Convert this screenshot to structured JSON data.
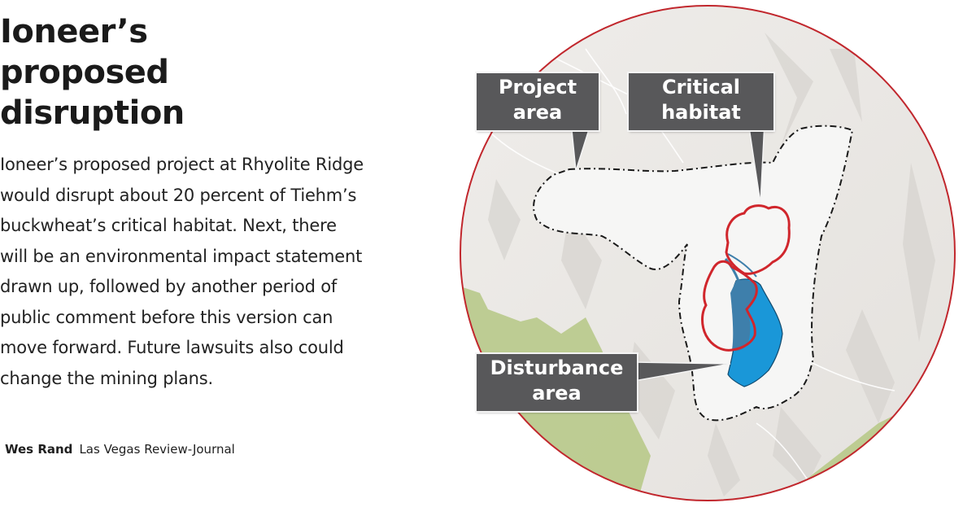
{
  "title_lines": [
    "Ioneer’s",
    "proposed",
    "disruption"
  ],
  "body_lines": [
    "Ioneer’s proposed project at Rhyolite Ridge",
    "would disrupt about 20 percent of Tiehm’s",
    "buckwheat’s critical habitat. Next, there",
    "will be an environmental impact statement",
    "drawn up, followed by another period of",
    "public comment before this version can",
    "move forward. Future lawsuits also could",
    "change the mining plans."
  ],
  "credit": {
    "name": "Wes Rand",
    "org": "Las Vegas Review-Journal"
  },
  "map": {
    "callouts": {
      "project_area": {
        "line1": "Project",
        "line2": "area"
      },
      "critical_habitat": {
        "line1": "Critical",
        "line2": "habitat"
      },
      "disturbance_area": {
        "line1": "Disturbance",
        "line2": "area"
      }
    },
    "colors": {
      "circle_border": "#c1272d",
      "terrain": "#ebe8e4",
      "project_fill": "#f7f7f6",
      "habitat_outline": "#d0262c",
      "disturbance_fill": "#1a97d8",
      "disturbance_overlap": "#3e7fab",
      "green_land": "#b8c98a",
      "callout_bg": "#58585a"
    }
  }
}
